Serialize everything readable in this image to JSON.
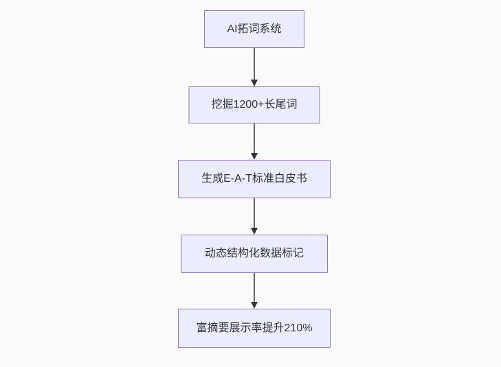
{
  "flowchart": {
    "type": "flowchart",
    "direction": "top-down",
    "nodes": [
      {
        "label": "AI拓词系统"
      },
      {
        "label": "挖掘1200+长尾词"
      },
      {
        "label": "生成E-A-T标准白皮书"
      },
      {
        "label": "动态结构化数据标记"
      },
      {
        "label": "富摘要展示率提升210%"
      }
    ],
    "edges": [
      {
        "from": "AI拓词系统",
        "to": "挖掘1200+长尾词",
        "style": "arrow-down"
      },
      {
        "from": "挖掘1200+长尾词",
        "to": "生成E-A-T标准白皮书",
        "style": "arrow-down"
      },
      {
        "from": "生成E-A-T标准白皮书",
        "to": "动态结构化数据标记",
        "style": "arrow-down"
      },
      {
        "from": "动态结构化数据标记",
        "to": "富摘要展示率提升210%",
        "style": "arrow-down"
      }
    ]
  },
  "theme": {
    "background": "#fafafa",
    "node_fill": "#ECECFF",
    "node_border": "#9370DB",
    "node_text": "#333333",
    "edge_line": "#666666",
    "edge_arrowhead": "#333333"
  }
}
